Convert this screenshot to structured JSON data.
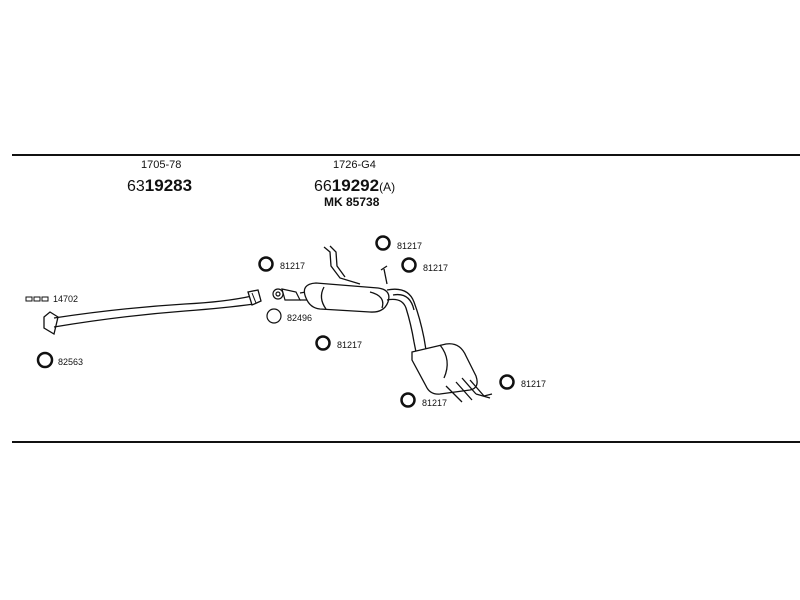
{
  "diagram": {
    "group_left": {
      "code": "1705-78",
      "prefix": "63",
      "number": "19283"
    },
    "group_right": {
      "code": "1726-G4",
      "prefix": "66",
      "number": "19292",
      "suffix": "(A)",
      "mk": "MK 85738"
    },
    "parts": {
      "gasket_front": "14702",
      "ring_front": "82563",
      "ring_sealing": "82496",
      "clamps": [
        "81217",
        "81217",
        "81217",
        "81217",
        "81217",
        "81217"
      ]
    }
  }
}
